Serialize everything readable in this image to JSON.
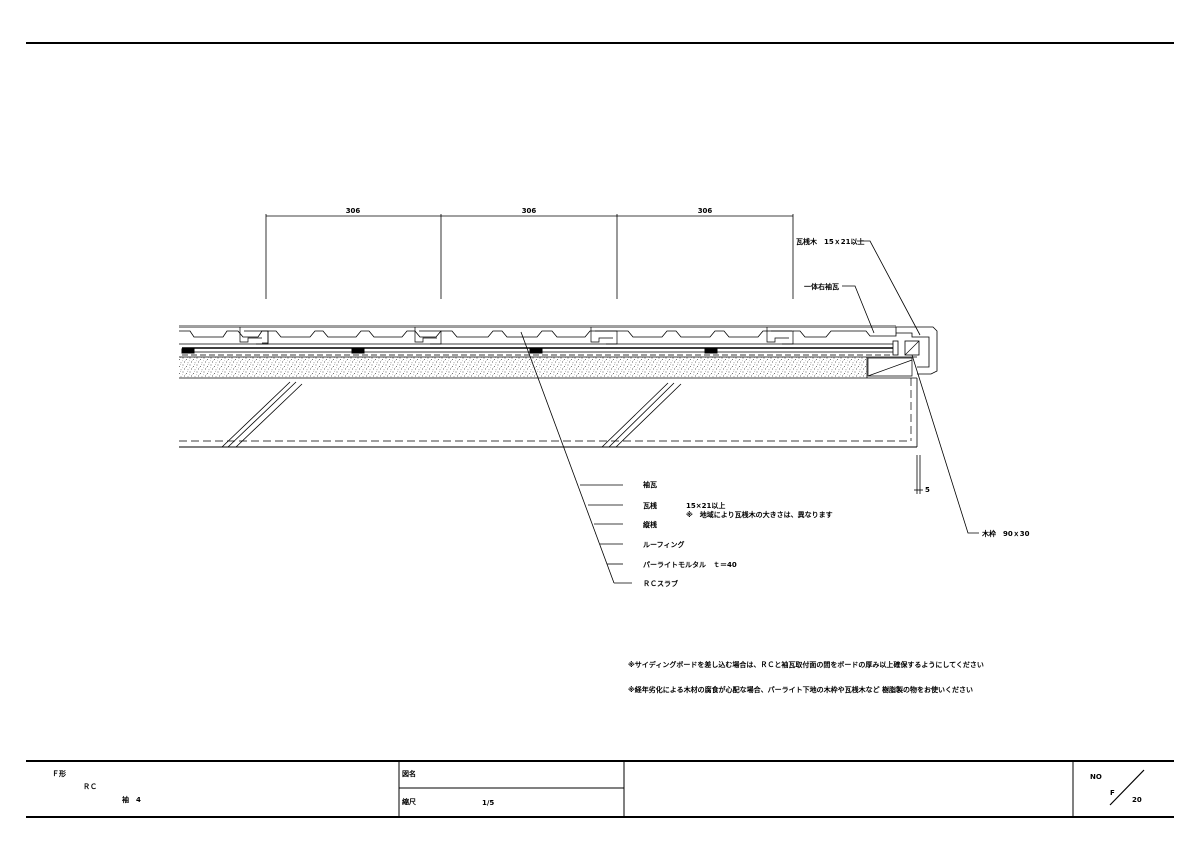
{
  "dimensions": {
    "spacing_1": "306",
    "spacing_2": "306",
    "spacing_3": "306",
    "small_gap": "5"
  },
  "callouts": {
    "kawara_sangi": "瓦桟木　15ｘ21以上",
    "ittai_sodegawara": "一体右袖瓦",
    "wakugi": "木枠　90ｘ30"
  },
  "layers": {
    "sodegawara": "袖瓦",
    "kawarasan": "瓦桟",
    "kawarasan_size": "15×21以上",
    "kawarasan_note": "※　地域により瓦桟木の大きさは、異なります",
    "tatesan": "縦桟",
    "roofing": "ルーフィング",
    "perlite_mortar": "パーライトモルタル　ｔ＝40",
    "rc_slab": "ＲＣスラブ"
  },
  "notes": {
    "note_1": "※サイディングボードを差し込む場合は、ＲＣと袖瓦取付面の間をボードの厚み以上確保するようにしてください",
    "note_2": "※経年劣化による木材の腐食が心配な場合、パーライト下地の木枠や瓦桟木など 樹脂製の物をお使いください"
  },
  "title_block": {
    "shape_label": "Ｆ形",
    "structure": "ＲＣ",
    "sode": "袖　4",
    "drawing_name_label": "図名",
    "scale_label": "縮尺",
    "scale_value": "1/5",
    "no_label": "NO",
    "sheet_prefix": "F",
    "sheet_number": "20"
  }
}
